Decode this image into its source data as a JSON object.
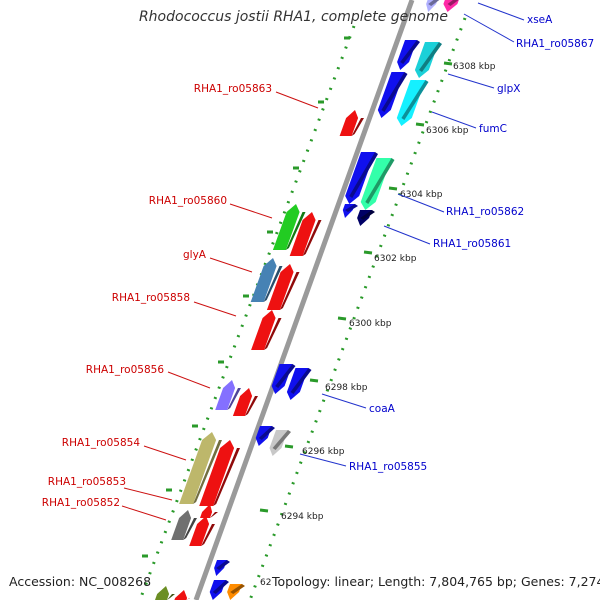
{
  "title": "Rhodococcus jostii RHA1, complete genome",
  "footer": {
    "accession": "Accession: NC_008268",
    "summary": "Topology: linear; Length: 7,804,765 bp; Genes: 7,274"
  },
  "colors": {
    "backbone": "#8c8c8c",
    "ticks": "#2a9a2a",
    "reverse_label": "#cc0000",
    "forward_label": "#0000cc"
  },
  "scale_labels": [
    "6308 kbp",
    "6306 kbp",
    "6304 kbp",
    "6302 kbp",
    "6300 kbp",
    "6298 kbp",
    "6296 kbp",
    "6294 kbp",
    "62"
  ],
  "genes_forward": [
    "xseA",
    "RHA1_ro05867",
    "glpX",
    "fumC",
    "RHA1_ro05862",
    "RHA1_ro05861",
    "coaA",
    "RHA1_ro05855"
  ],
  "genes_reverse": [
    "RHA1_ro05863",
    "RHA1_ro05860",
    "glyA",
    "RHA1_ro05858",
    "RHA1_ro05856",
    "RHA1_ro05854",
    "RHA1_ro05853",
    "RHA1_ro05852"
  ]
}
